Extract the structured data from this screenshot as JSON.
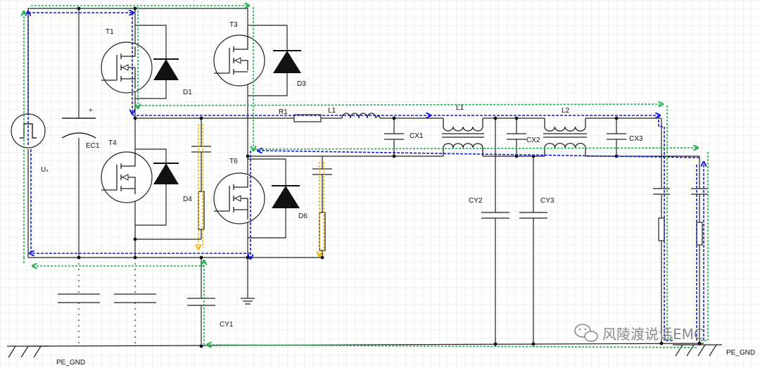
{
  "colors": {
    "wire": "#222222",
    "blue": "#1a1adb",
    "green": "#1db34d",
    "orange": "#f0b400",
    "grid": "#e4e4e4",
    "watermark": "#8a8a8a"
  },
  "labels": {
    "source": "Uₛ",
    "ec1": "EC1",
    "ec1_plus": "+",
    "t1": "T1",
    "t3": "T3",
    "t4": "T4",
    "t6": "T6",
    "d1": "D1",
    "d3": "D3",
    "d4": "D4",
    "d6": "D6",
    "r1": "R1",
    "l1a": "L1",
    "l1b": "L1",
    "l2": "L2",
    "cx1": "CX1",
    "cx2": "CX2",
    "cx3": "CX3",
    "cy1": "CY1",
    "cy2": "CY2",
    "cy3": "CY3",
    "pe_gnd_left": "PE_GND",
    "pe_gnd_right": "PE_GND"
  },
  "watermark": {
    "text": "风陵渡说话EMC",
    "icon": "wechat-icon"
  }
}
